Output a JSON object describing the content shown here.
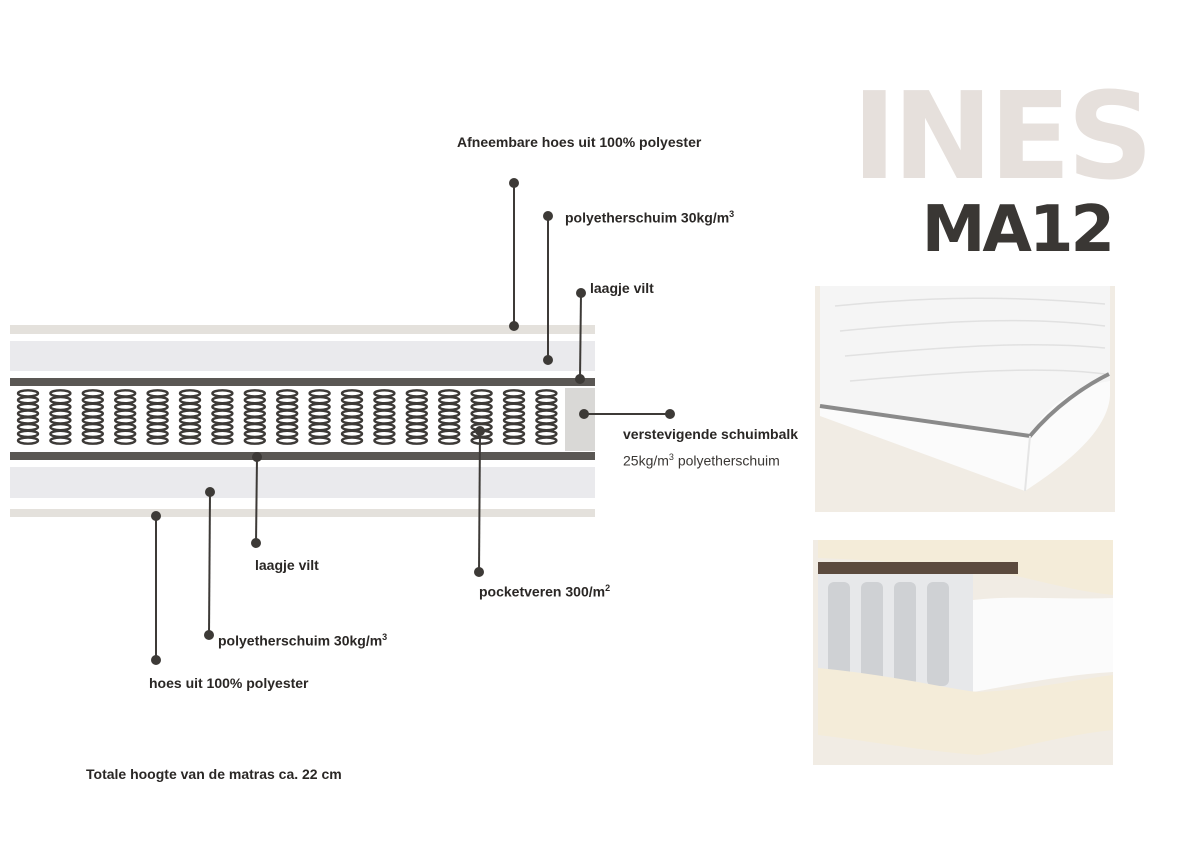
{
  "brand": "INES",
  "model": "MA12",
  "labels": {
    "cover_top": "Afneembare hoes uit 100% polyester",
    "foam_top": "polyetherschuim 30kg/m",
    "foam_top_sup": "3",
    "felt_top": "laagje vilt",
    "edge_title": "verstevigende schuimbalk",
    "edge_desc": "25kg/m",
    "edge_desc_sup": "3",
    "edge_desc_tail": " polyetherschuim",
    "felt_bottom": "laagje vilt",
    "pocket": "pocketveren 300/m",
    "pocket_sup": "2",
    "foam_bottom": "polyetherschuim 30kg/m",
    "foam_bottom_sup": "3",
    "cover_bottom": "hoes uit 100% polyester",
    "total_height": "Totale hoogte van de matras ca. 22 cm"
  },
  "colors": {
    "brand_light": "#e6e0dc",
    "brand_dark": "#3a3734",
    "cover": "#e4e1dc",
    "foam": "#eaeaed",
    "felt": "#5a5754",
    "spring": "#3d3a37",
    "edge_foam": "#d9d8d6",
    "photo_bg": "#f1ece4"
  },
  "springs": {
    "count": 17
  }
}
